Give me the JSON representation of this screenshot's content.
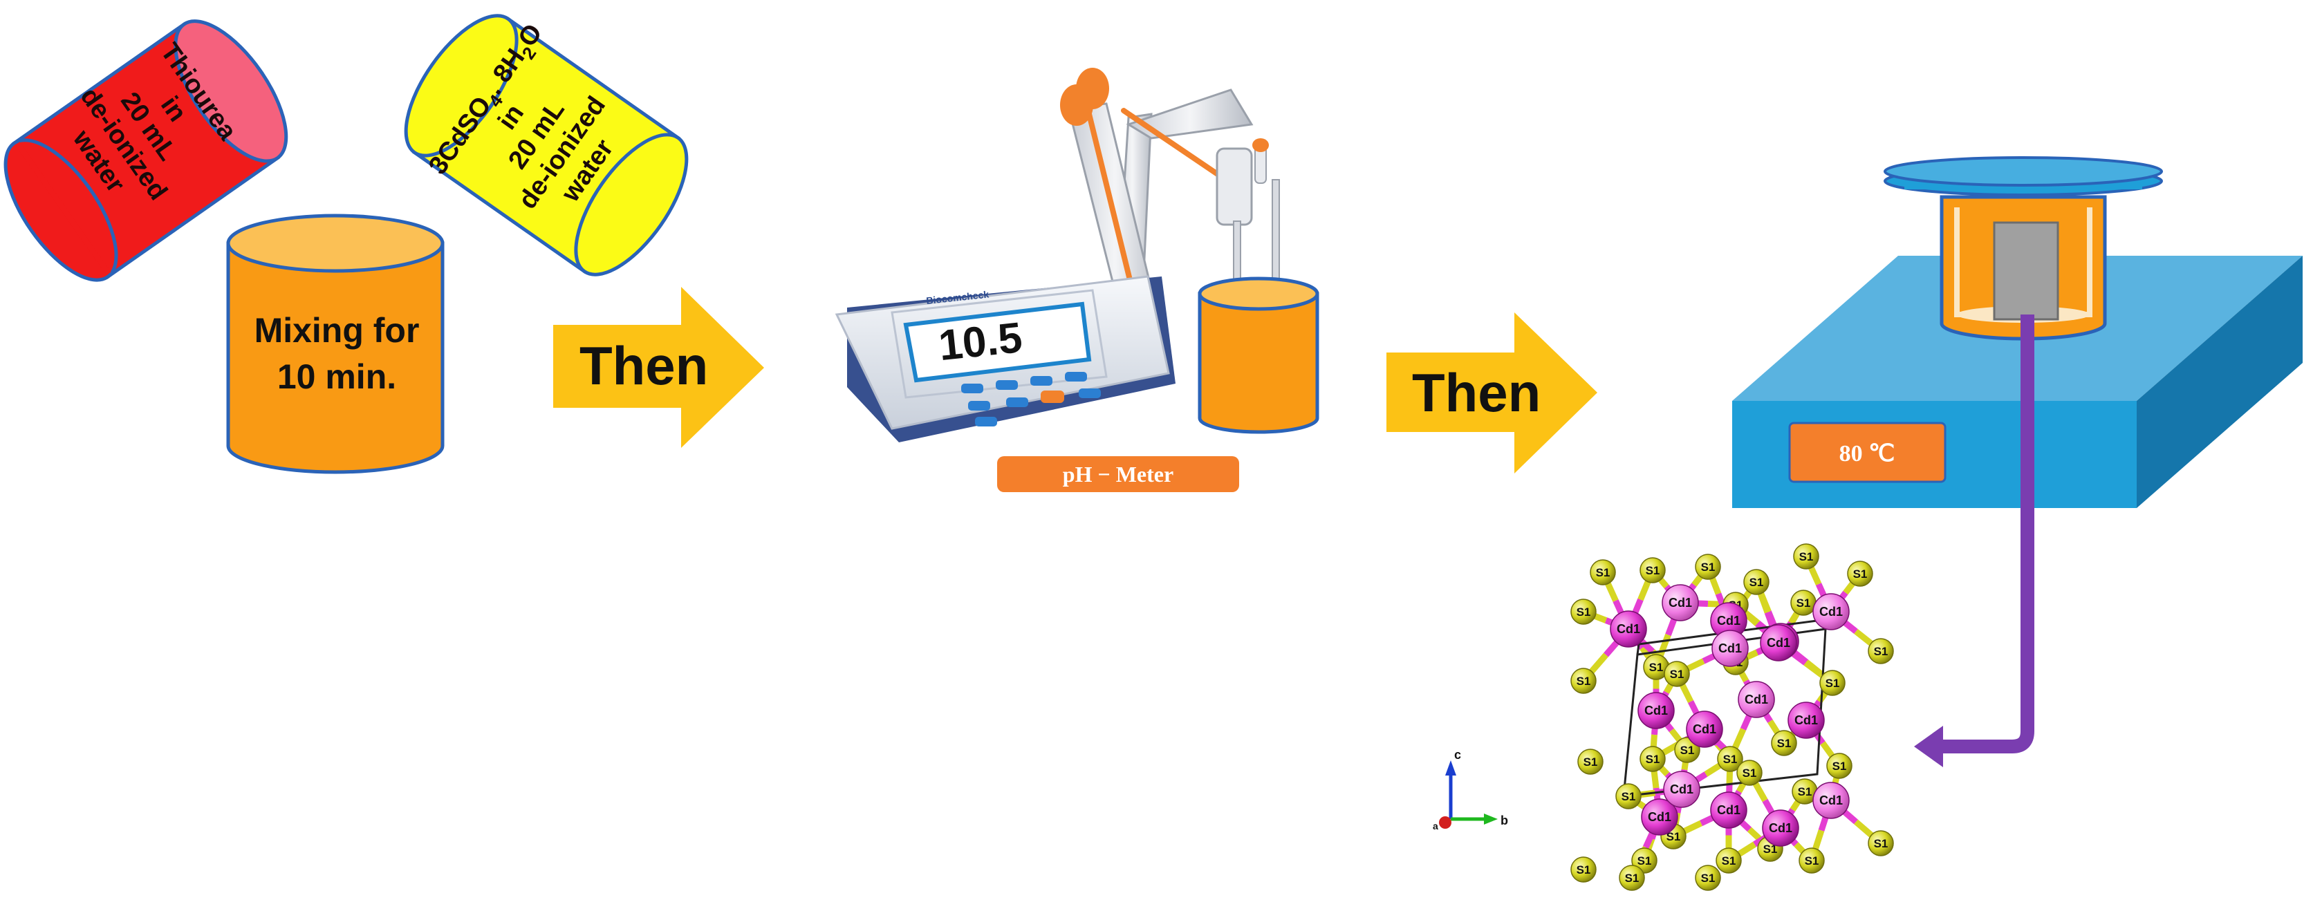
{
  "steps": {
    "reagent_1": {
      "lines": [
        "Thiourea",
        "in",
        "20 mL",
        "de-ionized",
        "water"
      ]
    },
    "reagent_2": {
      "formula_main": "3CdSO",
      "formula_sub1": "4",
      "formula_mid": ". 8H",
      "formula_sub2": "2",
      "formula_end": "O",
      "lines": [
        "in",
        "20 mL",
        "de-ionized",
        "water"
      ]
    },
    "mixing": {
      "lines": [
        "Mixing for",
        "10 min."
      ]
    },
    "then_1": "Then",
    "ph_meter": {
      "reading": "10.5",
      "label": "pH − Meter",
      "brand": "Biocomcheck"
    },
    "then_2": "Then",
    "hotplate": {
      "temperature": "80 ℃"
    },
    "crystal": {
      "atom_labels": {
        "cadmium": "Cd1",
        "sulfur": "S1"
      },
      "axes": {
        "c": "c",
        "b": "b",
        "a": "a"
      }
    }
  },
  "colors": {
    "red_beaker": "#f01b1b",
    "yellow_beaker": "#fbfb16",
    "orange_beaker": "#f99a14",
    "arrow": "#fcc215",
    "hotplate": "#1f9fd8",
    "label_box": "#f47f2b",
    "purple_arrow": "#7a3db0",
    "cd_atom": "#e43ed2",
    "s_atom": "#d6d622"
  }
}
